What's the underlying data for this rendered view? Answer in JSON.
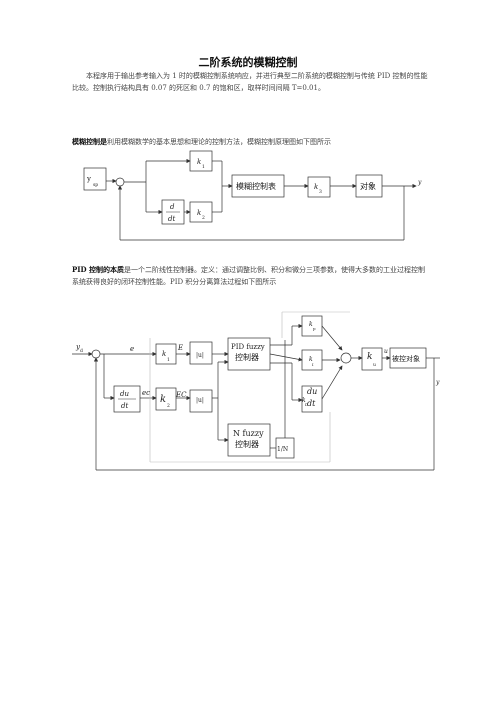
{
  "doc": {
    "title": "二阶系统的模糊控制",
    "intro": "本程序用于输出参考输入为 1 时的模糊控制系统响应，并进行典型二阶系统的模糊控制与传统 PID 控制的性能比较。控制执行结构具有 0.07 的死区和 0.7 的饱和区，取样时间间隔 T=0.01。",
    "p2_bold": "模糊控制是",
    "p2_text": "利用模糊数学的基本思想和理论的控制方法，模糊控制原理图如下图所示",
    "p3_bold": "PID 控制的本质",
    "p3_text": "是一个二阶线性控制器。定义：通过调整比例、积分和微分三项参数，使得大多数的工业过程控制系统获得良好的闭环控制性能。PID 积分分离算法过程如下图所示"
  },
  "diagram1": {
    "ref": "y",
    "ref_sub": "sp",
    "k1": "k",
    "k1_sub": "1",
    "deriv_num": "d",
    "deriv_den": "dt",
    "k2": "k",
    "k2_sub": "2",
    "fuzzy_table": "模糊控制表",
    "k3": "k",
    "k3_sub": "3",
    "plant": "对象",
    "out": "y"
  },
  "diagram2": {
    "ref": "y",
    "ref_sub": "d",
    "e": "e",
    "ec": "ec",
    "k1": "k",
    "k1_sub": "1",
    "E": "E",
    "abs1": "|u|",
    "deriv_num": "du",
    "deriv_den": "dt",
    "k2": "k",
    "k2_sub": "2",
    "EC": "EC",
    "abs2": "|u|",
    "pid_fuzzy_1": "PID fuzzy",
    "pid_fuzzy_2": "控制器",
    "n_fuzzy_1": "N fuzzy",
    "n_fuzzy_2": "控制器",
    "inv_n": "1/N",
    "kp": "k",
    "kp_sub": "p",
    "ki": "k",
    "ki_sub": "I",
    "kd": "k",
    "kd_sub": "D",
    "kd_num": "du",
    "kd_den": "dt",
    "ku": "k",
    "ku_sub": "u",
    "u": "u",
    "plant": "被控对象",
    "out": "y"
  }
}
